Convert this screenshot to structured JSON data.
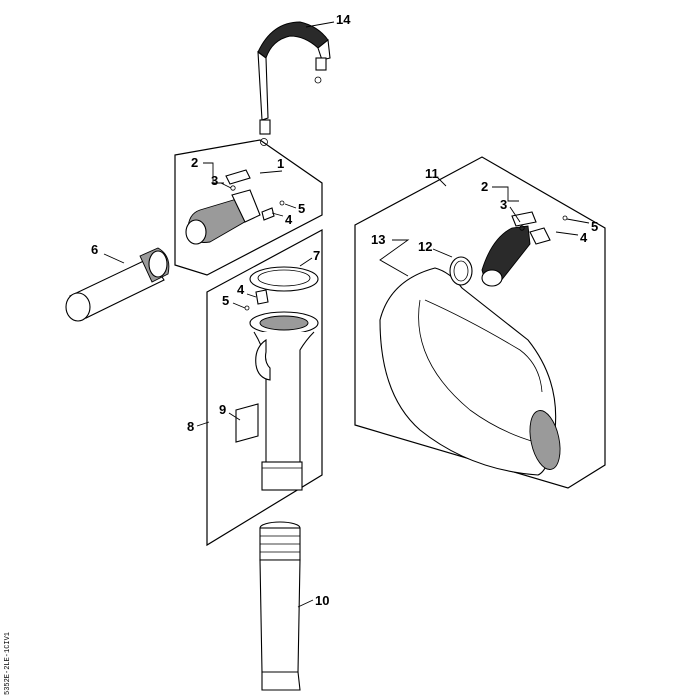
{
  "callouts": {
    "c1": "1",
    "c2a": "2",
    "c2b": "2",
    "c3a": "3",
    "c3b": "3",
    "c4a": "4",
    "c4b": "4",
    "c4c": "4",
    "c5a": "5",
    "c5b": "5",
    "c5c": "5",
    "c6": "6",
    "c7": "7",
    "c8": "8",
    "c9": "9",
    "c10": "10",
    "c11": "11",
    "c12": "12",
    "c13": "13",
    "c14": "14"
  },
  "document_id": "5352E-2LE-1CIV1"
}
